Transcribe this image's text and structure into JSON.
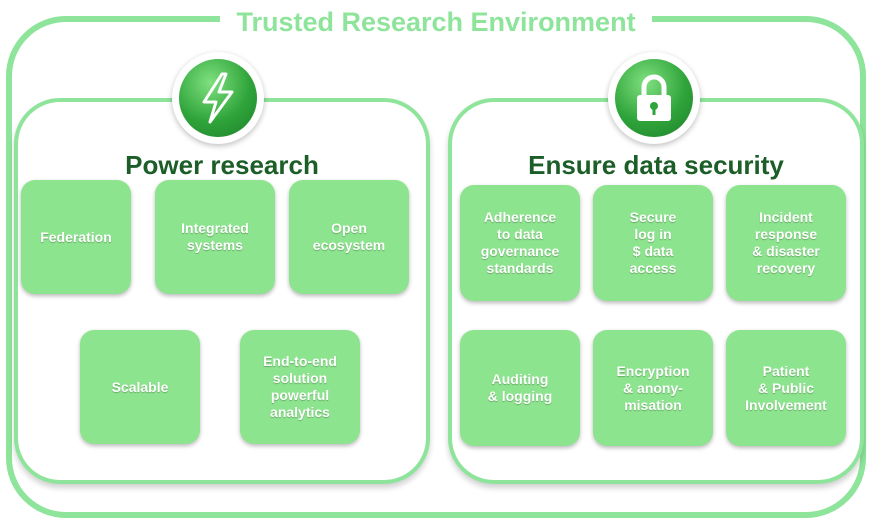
{
  "title": "Trusted Research Environment",
  "colors": {
    "frame": "#8ee49a",
    "box": "#8de48e",
    "heading": "#1c5e28",
    "badge": "#2fa43a"
  },
  "left_panel": {
    "title": "Power research",
    "icon": "lightning-bolt-icon",
    "items": [
      "Federation",
      "Integrated\nsystems",
      "Open\necosystem",
      "Scalable",
      "End-to-end\nsolution\npowerful\nanalytics"
    ]
  },
  "right_panel": {
    "title": "Ensure data security",
    "icon": "padlock-icon",
    "items": [
      "Adherence\nto data\ngovernance\nstandards",
      "Secure\nlog in\n$ data\naccess",
      "Incident\nresponse\n& disaster\nrecovery",
      "Auditing\n& logging",
      "Encryption\n& anony-\nmisation",
      "Patient\n& Public\nInvolvement"
    ]
  }
}
